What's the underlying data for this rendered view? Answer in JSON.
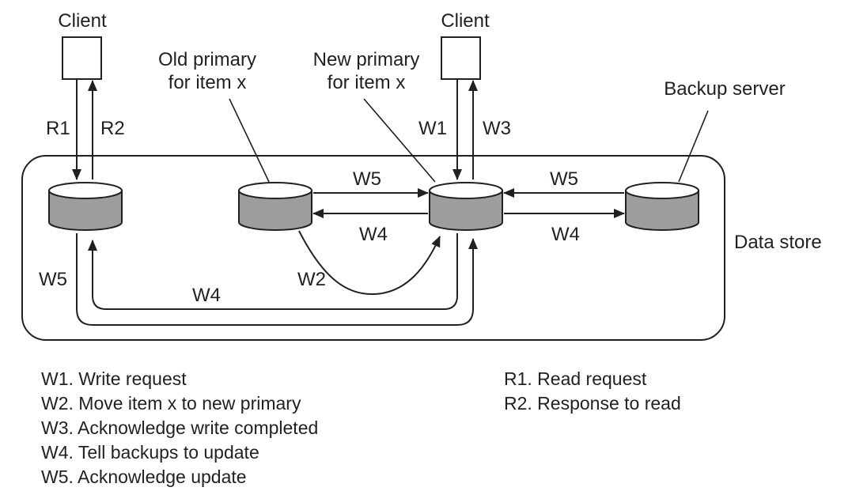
{
  "labels": {
    "client_left": "Client",
    "client_right": "Client",
    "old_primary_line1": "Old primary",
    "old_primary_line2": "for item x",
    "new_primary_line1": "New primary",
    "new_primary_line2": "for item x",
    "backup_server": "Backup server",
    "data_store": "Data store"
  },
  "arrows": {
    "r1": "R1",
    "r2": "R2",
    "w1": "W1",
    "w3": "W3",
    "w5_top_left": "W5",
    "w4_mid_left": "W4",
    "w5_top_right": "W5",
    "w4_mid_right": "W4",
    "w2": "W2",
    "w4_bottom": "W4",
    "w5_bottom": "W5"
  },
  "legend": {
    "writes": [
      "W1. Write request",
      "W2. Move item x to new primary",
      "W3. Acknowledge write completed",
      "W4. Tell backups to update",
      "W5. Acknowledge update"
    ],
    "reads": [
      "R1. Read request",
      "R2. Response to read"
    ]
  }
}
